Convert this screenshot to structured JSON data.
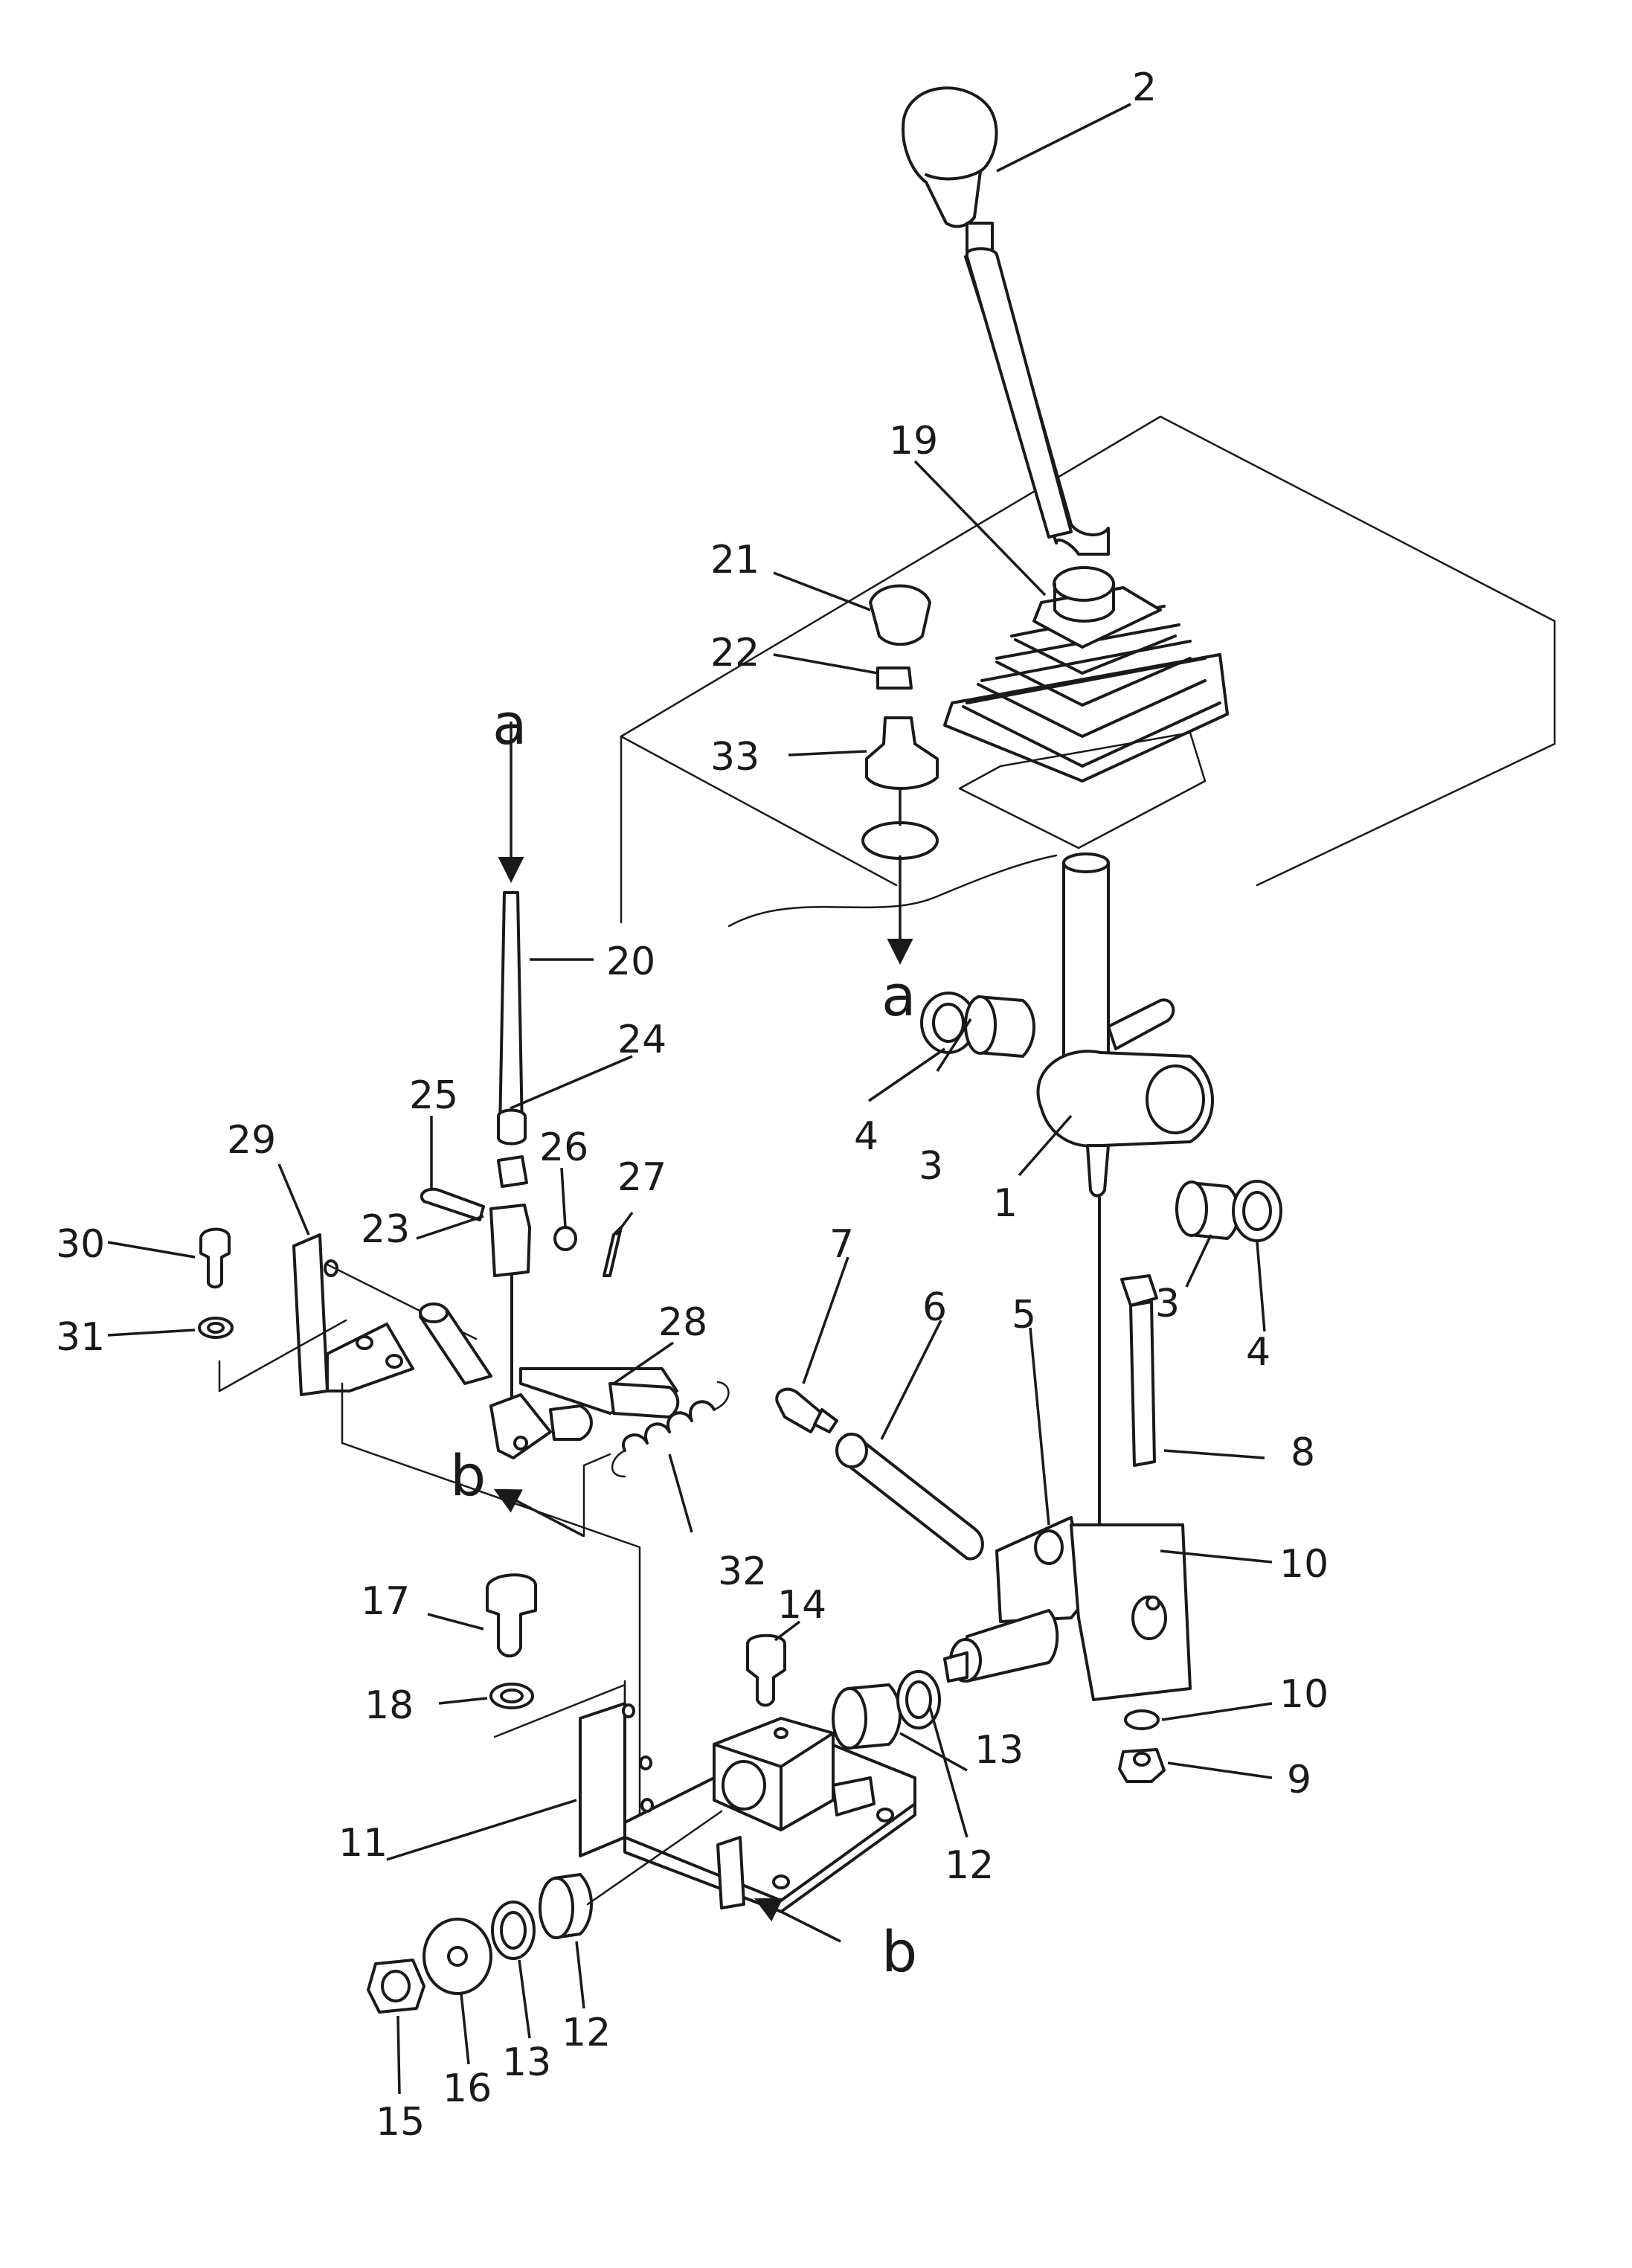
{
  "callouts": [
    {
      "id": "c1",
      "text": "1"
    },
    {
      "id": "c2",
      "text": "2"
    },
    {
      "id": "c3a",
      "text": "3"
    },
    {
      "id": "c3b",
      "text": "3"
    },
    {
      "id": "c4a",
      "text": "4"
    },
    {
      "id": "c4b",
      "text": "4"
    },
    {
      "id": "c5",
      "text": "5"
    },
    {
      "id": "c6",
      "text": "6"
    },
    {
      "id": "c7",
      "text": "7"
    },
    {
      "id": "c8",
      "text": "8"
    },
    {
      "id": "c9",
      "text": "9"
    },
    {
      "id": "c10a",
      "text": "10"
    },
    {
      "id": "c10b",
      "text": "10"
    },
    {
      "id": "c11",
      "text": "11"
    },
    {
      "id": "c12a",
      "text": "12"
    },
    {
      "id": "c12b",
      "text": "12"
    },
    {
      "id": "c13a",
      "text": "13"
    },
    {
      "id": "c13b",
      "text": "13"
    },
    {
      "id": "c14",
      "text": "14"
    },
    {
      "id": "c15",
      "text": "15"
    },
    {
      "id": "c16",
      "text": "16"
    },
    {
      "id": "c17",
      "text": "17"
    },
    {
      "id": "c18",
      "text": "18"
    },
    {
      "id": "c19",
      "text": "19"
    },
    {
      "id": "c20",
      "text": "20"
    },
    {
      "id": "c21",
      "text": "21"
    },
    {
      "id": "c22",
      "text": "22"
    },
    {
      "id": "c23",
      "text": "23"
    },
    {
      "id": "c24",
      "text": "24"
    },
    {
      "id": "c25",
      "text": "25"
    },
    {
      "id": "c26",
      "text": "26"
    },
    {
      "id": "c27",
      "text": "27"
    },
    {
      "id": "c28",
      "text": "28"
    },
    {
      "id": "c29",
      "text": "29"
    },
    {
      "id": "c30",
      "text": "30"
    },
    {
      "id": "c31",
      "text": "31"
    },
    {
      "id": "c32",
      "text": "32"
    },
    {
      "id": "c33",
      "text": "33"
    }
  ],
  "markers": [
    {
      "id": "ma1",
      "text": "a"
    },
    {
      "id": "ma2",
      "text": "a"
    },
    {
      "id": "mb1",
      "text": "b"
    },
    {
      "id": "mb2",
      "text": "b"
    }
  ]
}
